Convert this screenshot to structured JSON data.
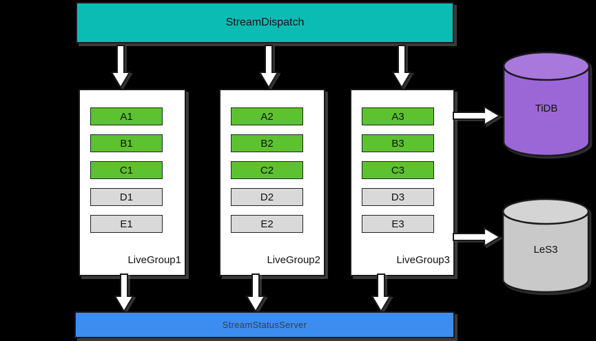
{
  "dispatcher": {
    "label": "StreamDispatch",
    "fill": "#0bbcb4"
  },
  "status_server": {
    "label": "StreamStatusServer",
    "fill": "#3c8def",
    "text_color": "#2e3f50"
  },
  "groups": [
    {
      "label": "LiveGroup1",
      "nodes": [
        "A1",
        "B1",
        "C1",
        "D1",
        "E1"
      ]
    },
    {
      "label": "LiveGroup2",
      "nodes": [
        "A2",
        "B2",
        "C2",
        "D2",
        "E2"
      ]
    },
    {
      "label": "LiveGroup3",
      "nodes": [
        "A3",
        "B3",
        "C3",
        "D3",
        "E3"
      ]
    }
  ],
  "node_colors": {
    "active": "#5cc230",
    "inactive": "#d9d9d9"
  },
  "stores": [
    {
      "label": "TiDB",
      "fill": "#9b67d6",
      "top_fill": "#a878dc"
    },
    {
      "label": "LeS3",
      "fill": "#c9c9c9",
      "top_fill": "#d4d4d4"
    }
  ],
  "background": "#000000"
}
